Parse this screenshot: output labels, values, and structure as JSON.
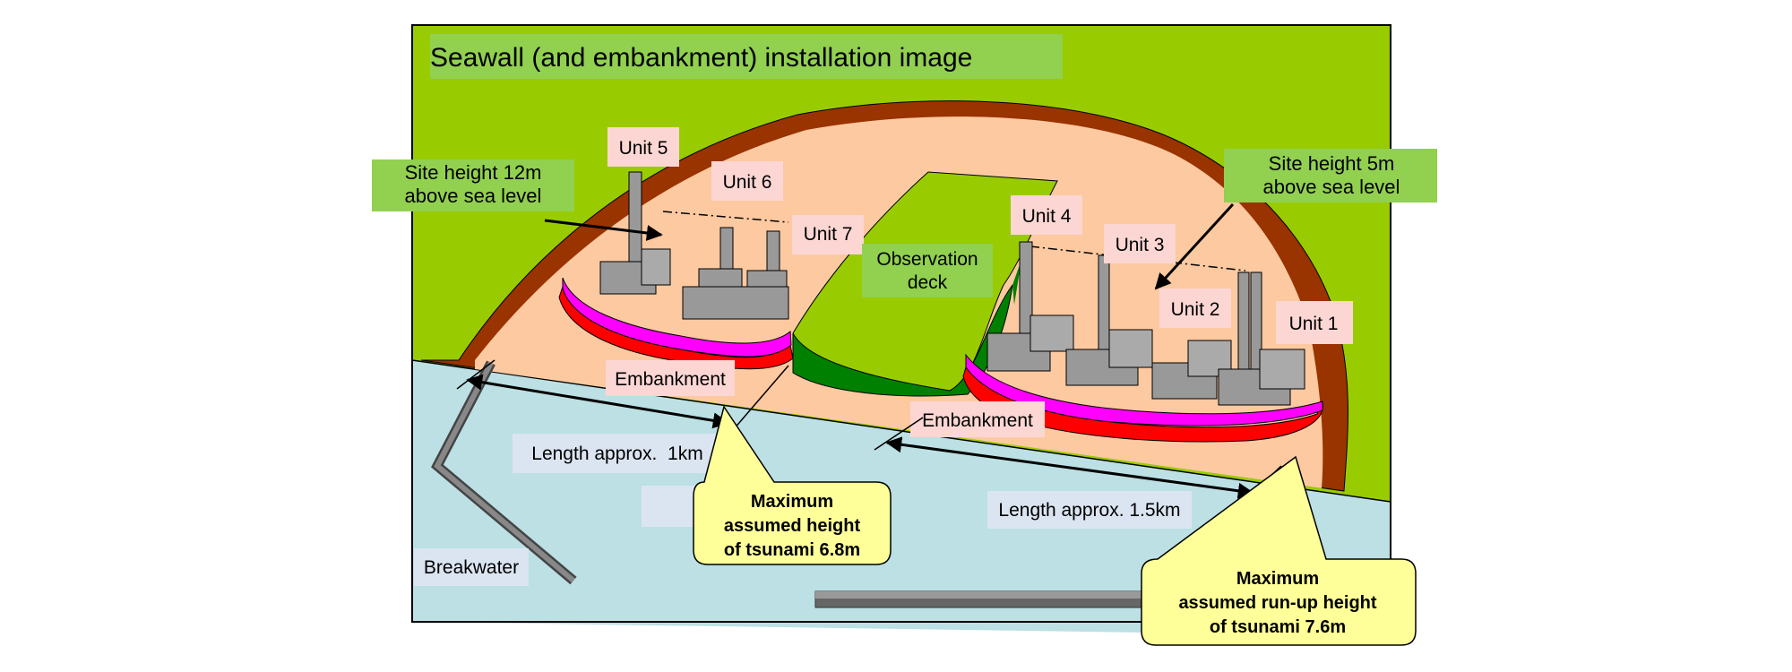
{
  "title": "Seawall (and embankment) installation image",
  "units": {
    "unit1": "Unit 1",
    "unit2": "Unit 2",
    "unit3": "Unit 3",
    "unit4": "Unit 4",
    "unit5": "Unit 5",
    "unit6": "Unit 6",
    "unit7": "Unit 7"
  },
  "site_height_left": {
    "line1": "Site height 12m",
    "line2": "above sea level"
  },
  "site_height_right": {
    "line1": "Site height 5m",
    "line2": "above sea level"
  },
  "observation_deck": {
    "line1": "Observation",
    "line2": "deck"
  },
  "embankment_left": "Embankment",
  "embankment_right": "Embankment",
  "length_left": "Length approx.  1km",
  "length_right": "Length approx. 1.5km",
  "breakwater": "Breakwater",
  "tsunami_height": {
    "line1": "Maximum",
    "line2": "assumed height",
    "line3": "of tsunami 6.8m"
  },
  "tsunami_runup": {
    "line1": "Maximum",
    "line2": "assumed run-up height",
    "line3": "of tsunami 7.6m"
  },
  "colors": {
    "land_green": "#99cc00",
    "site_peach": "#fcc9a0",
    "cliff_brown": "#993300",
    "sea": "#bce0e4",
    "deck_green": "#008000",
    "magenta": "#ff00ff",
    "red": "#ff0000",
    "label_green": "#92d050",
    "label_pink": "#fbd6d3",
    "label_blue": "#dbe5f1",
    "callout_yellow": "#ffff99",
    "building_gray": "#999999"
  }
}
